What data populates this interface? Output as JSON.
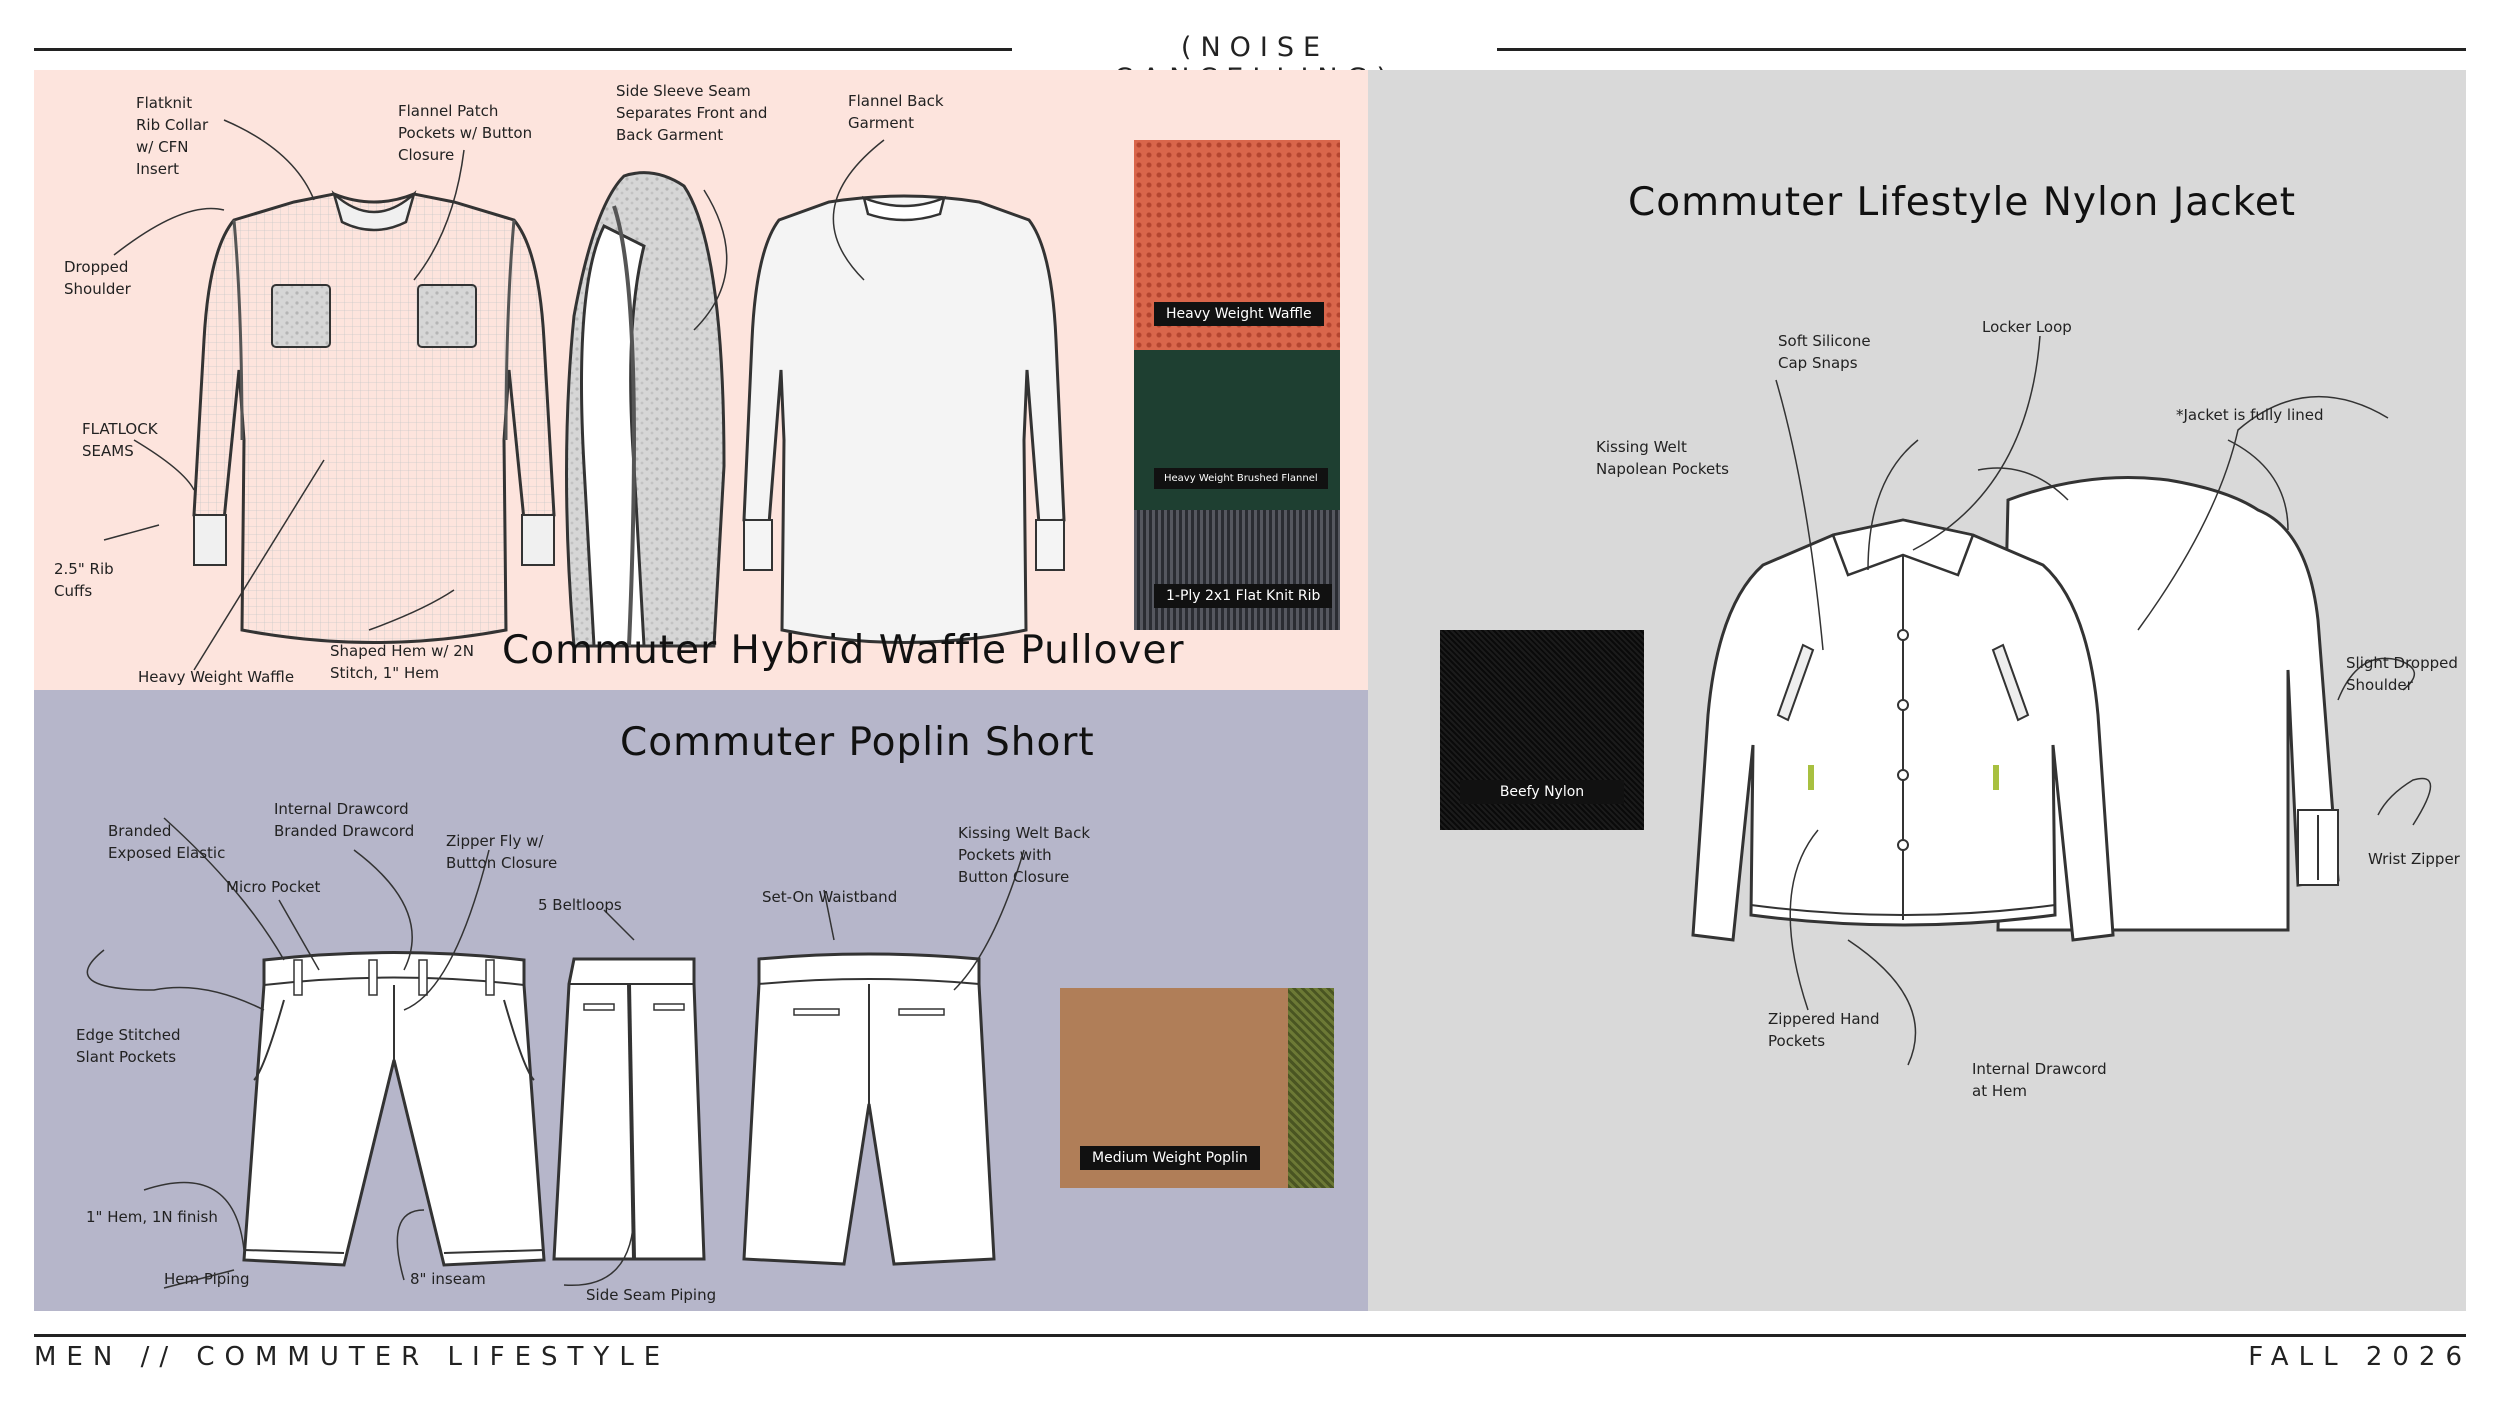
{
  "header": {
    "title": "(NOISE CANCELLING)"
  },
  "footer": {
    "left": "MEN // COMMUTER LIFESTYLE",
    "right": "FALL 2026"
  },
  "colors": {
    "pullover_bg": "#fde4dd",
    "short_bg": "#b6b6ca",
    "jacket_bg": "#d9d9d9",
    "waffle_swatch": "#d9664b",
    "flannel_swatch": "#1e3f31",
    "rib_swatch": "#3b3d44",
    "poplin_swatch": "#b07e58",
    "olive_swatch": "#5f6b2e",
    "nylon_swatch": "#111111"
  },
  "pullover": {
    "title": "Commuter Hybrid Waffle Pullover",
    "callouts": {
      "rib_collar": "Flatknit\nRib Collar\nw/ CFN\nInsert",
      "dropped_shoulder": "Dropped\nShoulder",
      "flatlock": "FLATLOCK\nSEAMS",
      "rib_cuffs": "2.5\" Rib\nCuffs",
      "heavy_waffle": "Heavy Weight Waffle",
      "patch_pockets": "Flannel Patch\nPockets w/ Button\nClosure",
      "shaped_hem": "Shaped Hem w/ 2N\nStitch, 1\" Hem",
      "side_sleeve": "Side Sleeve Seam\nSeparates Front and\nBack Garment",
      "flannel_back": "Flannel Back\nGarment"
    },
    "swatches": {
      "waffle": "Heavy Weight Waffle",
      "flannel": "Heavy Weight Brushed Flannel",
      "rib": "1-Ply 2x1 Flat Knit Rib"
    }
  },
  "short": {
    "title": "Commuter Poplin Short",
    "callouts": {
      "branded_elastic": "Branded\nExposed Elastic",
      "micro_pocket": "Micro Pocket",
      "internal_drawcord": "Internal Drawcord\nBranded Drawcord",
      "zipper_fly": "Zipper Fly w/\nButton Closure",
      "edge_stitched": "Edge Stitched\nSlant Pockets",
      "hem_finish": "1\" Hem, 1N finish",
      "hem_piping": "Hem Piping",
      "inseam": "8\" inseam",
      "beltloops": "5 Beltloops",
      "side_seam_piping": "Side Seam Piping",
      "set_on_waistband": "Set-On Waistband",
      "kissing_welt_back": "Kissing Welt Back\nPockets with\nButton Closure"
    },
    "swatches": {
      "poplin": "Medium Weight Poplin"
    }
  },
  "jacket": {
    "title": "Commuter Lifestyle Nylon Jacket",
    "callouts": {
      "cap_snaps": "Soft Silicone\nCap Snaps",
      "locker_loop": "Locker Loop",
      "fully_lined": "*Jacket is fully lined",
      "napolean_pockets": "Kissing Welt\nNapolean Pockets",
      "dropped_shoulder": "Slight Dropped\nShoulder",
      "wrist_zipper": "Wrist Zipper",
      "hand_pockets": "Zippered Hand\nPockets",
      "drawcord_hem": "Internal Drawcord\nat Hem"
    },
    "swatches": {
      "nylon": "Beefy Nylon"
    }
  }
}
